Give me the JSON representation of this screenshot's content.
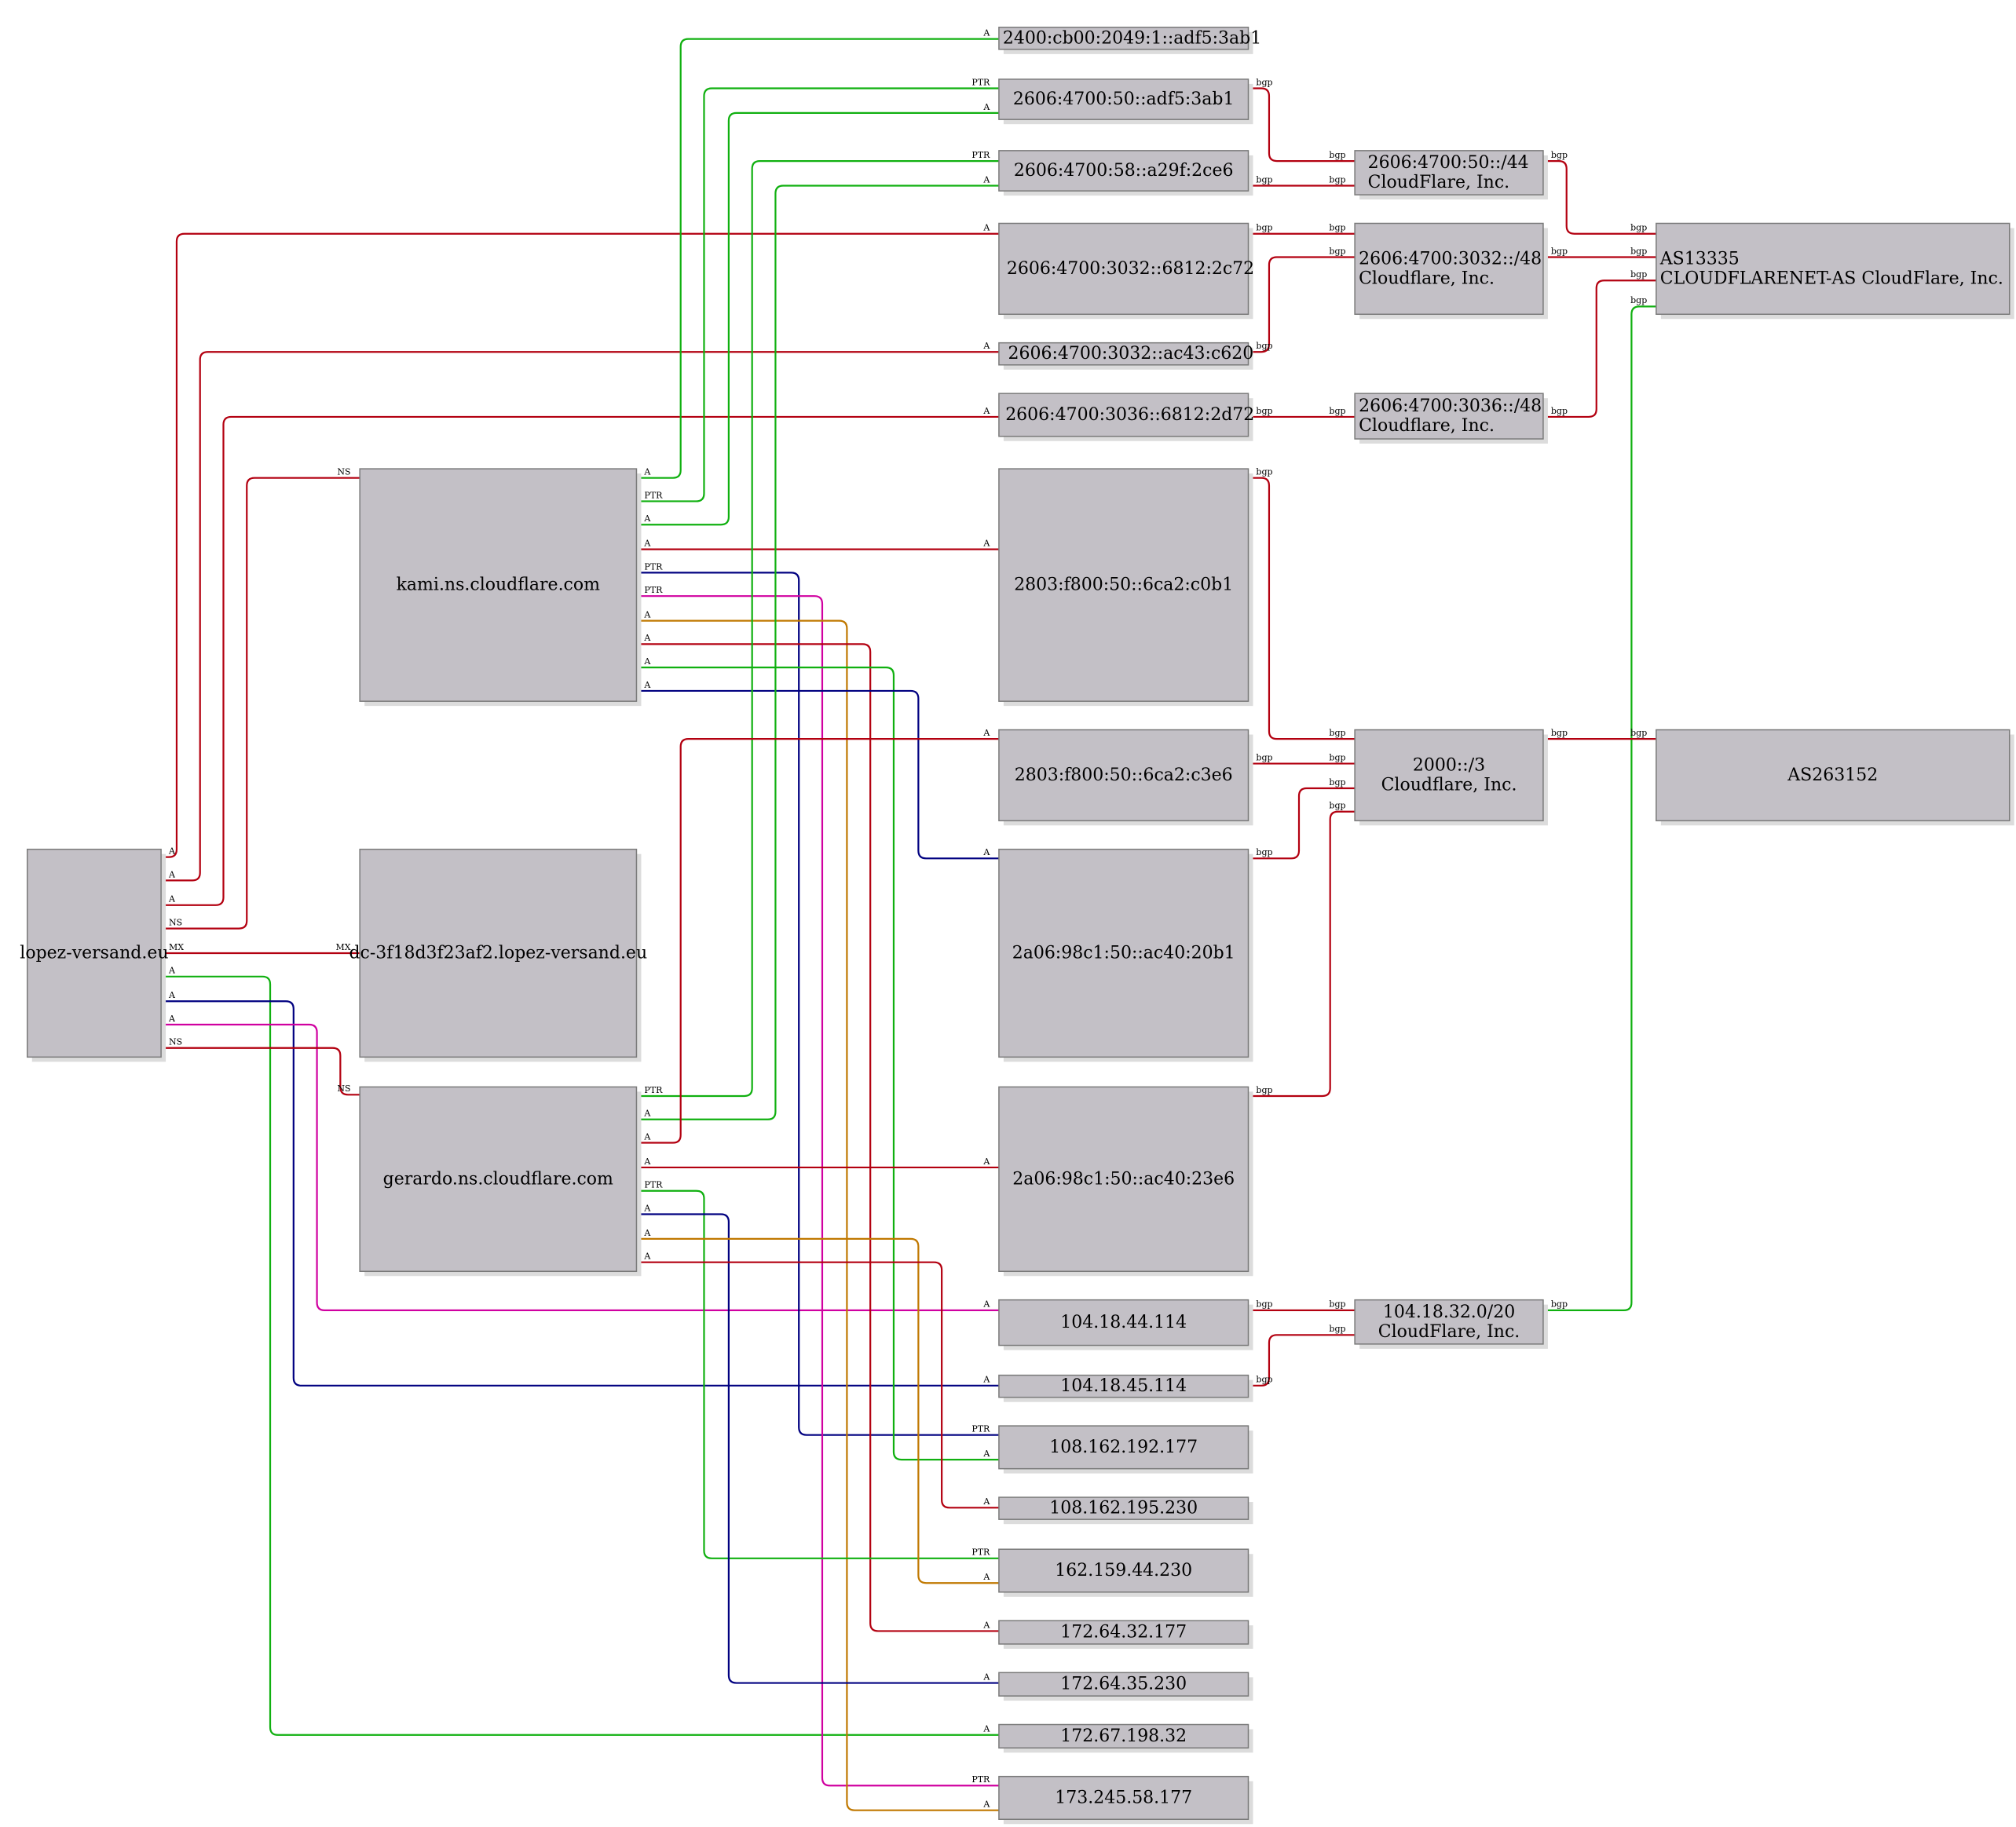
{
  "colors": {
    "red": "#b30010",
    "green": "#10b010",
    "blue": "#000080",
    "magenta": "#d000a0",
    "orange": "#c07800",
    "node_fill": "#c3c0c6"
  },
  "nodes": [
    {
      "id": "v6_2400",
      "lines": [
        "2400:cb00:2049:1::adf5:3ab1"
      ]
    },
    {
      "id": "v6_2606_50",
      "lines": [
        "2606:4700:50::adf5:3ab1"
      ]
    },
    {
      "id": "v6_2606_58",
      "lines": [
        "2606:4700:58::a29f:2ce6"
      ]
    },
    {
      "id": "v6_3032_6812",
      "lines": [
        "2606:4700:3032::6812:2c72"
      ]
    },
    {
      "id": "v6_3032_ac43",
      "lines": [
        "2606:4700:3032::ac43:c620"
      ]
    },
    {
      "id": "v6_3036_6812",
      "lines": [
        "2606:4700:3036::6812:2d72"
      ]
    },
    {
      "id": "v6_2803_c0b1",
      "lines": [
        "2803:f800:50::6ca2:c0b1"
      ]
    },
    {
      "id": "v6_2803_c3e6",
      "lines": [
        "2803:f800:50::6ca2:c3e6"
      ]
    },
    {
      "id": "v6_2a06_20b1",
      "lines": [
        "2a06:98c1:50::ac40:20b1"
      ]
    },
    {
      "id": "v6_2a06_23e6",
      "lines": [
        "2a06:98c1:50::ac40:23e6"
      ]
    },
    {
      "id": "pfx_2606_50_44",
      "lines": [
        "2606:4700:50::/44",
        "CloudFlare, Inc."
      ]
    },
    {
      "id": "pfx_3032_48",
      "lines": [
        "2606:4700:3032::/48",
        "Cloudflare, Inc."
      ]
    },
    {
      "id": "pfx_3036_48",
      "lines": [
        "2606:4700:3036::/48",
        "Cloudflare, Inc."
      ]
    },
    {
      "id": "pfx_2000_3",
      "lines": [
        "2000::/3",
        "Cloudflare, Inc."
      ]
    },
    {
      "id": "pfx_104_20",
      "lines": [
        "104.18.32.0/20",
        "CloudFlare, Inc."
      ]
    },
    {
      "id": "as13335",
      "lines": [
        "AS13335",
        "CLOUDFLARENET-AS CloudFlare, Inc."
      ]
    },
    {
      "id": "as263152",
      "lines": [
        "AS263152"
      ]
    },
    {
      "id": "kami",
      "lines": [
        "kami.ns.cloudflare.com"
      ]
    },
    {
      "id": "lopez",
      "lines": [
        "lopez-versand.eu"
      ]
    },
    {
      "id": "dc",
      "lines": [
        "dc-3f18d3f23af2.lopez-versand.eu"
      ]
    },
    {
      "id": "gerardo",
      "lines": [
        "gerardo.ns.cloudflare.com"
      ]
    },
    {
      "id": "ip_104_44",
      "lines": [
        "104.18.44.114"
      ]
    },
    {
      "id": "ip_104_45",
      "lines": [
        "104.18.45.114"
      ]
    },
    {
      "id": "ip_108_192",
      "lines": [
        "108.162.192.177"
      ]
    },
    {
      "id": "ip_108_195",
      "lines": [
        "108.162.195.230"
      ]
    },
    {
      "id": "ip_162",
      "lines": [
        "162.159.44.230"
      ]
    },
    {
      "id": "ip_172_32",
      "lines": [
        "172.64.32.177"
      ]
    },
    {
      "id": "ip_172_35",
      "lines": [
        "172.64.35.230"
      ]
    },
    {
      "id": "ip_172_67",
      "lines": [
        "172.67.198.32"
      ]
    },
    {
      "id": "ip_173",
      "lines": [
        "173.245.58.177"
      ]
    }
  ],
  "edges": [
    {
      "from": "lopez",
      "to": "v6_3032_6812",
      "type": "A",
      "color": "red"
    },
    {
      "from": "lopez",
      "to": "v6_3032_ac43",
      "type": "A",
      "color": "red"
    },
    {
      "from": "lopez",
      "to": "v6_3036_6812",
      "type": "A",
      "color": "red"
    },
    {
      "from": "lopez",
      "to": "kami",
      "type": "NS",
      "color": "red"
    },
    {
      "from": "lopez",
      "to": "dc",
      "type": "MX",
      "color": "red"
    },
    {
      "from": "lopez",
      "to": "ip_172_67",
      "type": "A",
      "color": "green"
    },
    {
      "from": "lopez",
      "to": "ip_104_45",
      "type": "A",
      "color": "blue"
    },
    {
      "from": "lopez",
      "to": "ip_104_44",
      "type": "A",
      "color": "magenta"
    },
    {
      "from": "lopez",
      "to": "gerardo",
      "type": "NS",
      "color": "red"
    },
    {
      "from": "kami",
      "to": "v6_2400",
      "type": "A",
      "color": "green"
    },
    {
      "from": "kami",
      "to": "v6_2606_50",
      "type": "PTR",
      "color": "green"
    },
    {
      "from": "kami",
      "to": "v6_2606_50",
      "type": "A",
      "color": "green"
    },
    {
      "from": "kami",
      "to": "v6_2803_c0b1",
      "type": "A",
      "color": "red"
    },
    {
      "from": "kami",
      "to": "ip_108_192",
      "type": "PTR",
      "color": "blue"
    },
    {
      "from": "kami",
      "to": "ip_173",
      "type": "PTR",
      "color": "magenta"
    },
    {
      "from": "kami",
      "to": "ip_173",
      "type": "A",
      "color": "orange"
    },
    {
      "from": "kami",
      "to": "ip_172_32",
      "type": "A",
      "color": "red"
    },
    {
      "from": "kami",
      "to": "ip_108_192",
      "type": "A",
      "color": "green"
    },
    {
      "from": "kami",
      "to": "v6_2a06_20b1",
      "type": "A",
      "color": "blue"
    },
    {
      "from": "gerardo",
      "to": "v6_2606_58",
      "type": "PTR",
      "color": "green"
    },
    {
      "from": "gerardo",
      "to": "v6_2606_58",
      "type": "A",
      "color": "green"
    },
    {
      "from": "gerardo",
      "to": "v6_2803_c3e6",
      "type": "A",
      "color": "red"
    },
    {
      "from": "gerardo",
      "to": "v6_2a06_23e6",
      "type": "A",
      "color": "red"
    },
    {
      "from": "gerardo",
      "to": "ip_162",
      "type": "PTR",
      "color": "green"
    },
    {
      "from": "gerardo",
      "to": "ip_172_35",
      "type": "A",
      "color": "blue"
    },
    {
      "from": "gerardo",
      "to": "ip_162",
      "type": "A",
      "color": "orange"
    },
    {
      "from": "gerardo",
      "to": "ip_108_195",
      "type": "A",
      "color": "red"
    },
    {
      "from": "v6_2606_50",
      "to": "pfx_2606_50_44",
      "type": "bgp",
      "color": "red"
    },
    {
      "from": "v6_2606_58",
      "to": "pfx_2606_50_44",
      "type": "bgp",
      "color": "red"
    },
    {
      "from": "v6_3032_6812",
      "to": "pfx_3032_48",
      "type": "bgp",
      "color": "red"
    },
    {
      "from": "v6_3032_ac43",
      "to": "pfx_3032_48",
      "type": "bgp",
      "color": "red"
    },
    {
      "from": "v6_3036_6812",
      "to": "pfx_3036_48",
      "type": "bgp",
      "color": "red"
    },
    {
      "from": "v6_2803_c0b1",
      "to": "pfx_2000_3",
      "type": "bgp",
      "color": "red"
    },
    {
      "from": "v6_2803_c3e6",
      "to": "pfx_2000_3",
      "type": "bgp",
      "color": "red"
    },
    {
      "from": "v6_2a06_20b1",
      "to": "pfx_2000_3",
      "type": "bgp",
      "color": "red"
    },
    {
      "from": "v6_2a06_23e6",
      "to": "pfx_2000_3",
      "type": "bgp",
      "color": "red"
    },
    {
      "from": "ip_104_44",
      "to": "pfx_104_20",
      "type": "bgp",
      "color": "red"
    },
    {
      "from": "ip_104_45",
      "to": "pfx_104_20",
      "type": "bgp",
      "color": "red"
    },
    {
      "from": "pfx_2606_50_44",
      "to": "as13335",
      "type": "bgp",
      "color": "red"
    },
    {
      "from": "pfx_3032_48",
      "to": "as13335",
      "type": "bgp",
      "color": "red"
    },
    {
      "from": "pfx_3036_48",
      "to": "as13335",
      "type": "bgp",
      "color": "red"
    },
    {
      "from": "pfx_104_20",
      "to": "as13335",
      "type": "bgp",
      "color": "green"
    },
    {
      "from": "pfx_2000_3",
      "to": "as263152",
      "type": "bgp",
      "color": "red"
    }
  ]
}
